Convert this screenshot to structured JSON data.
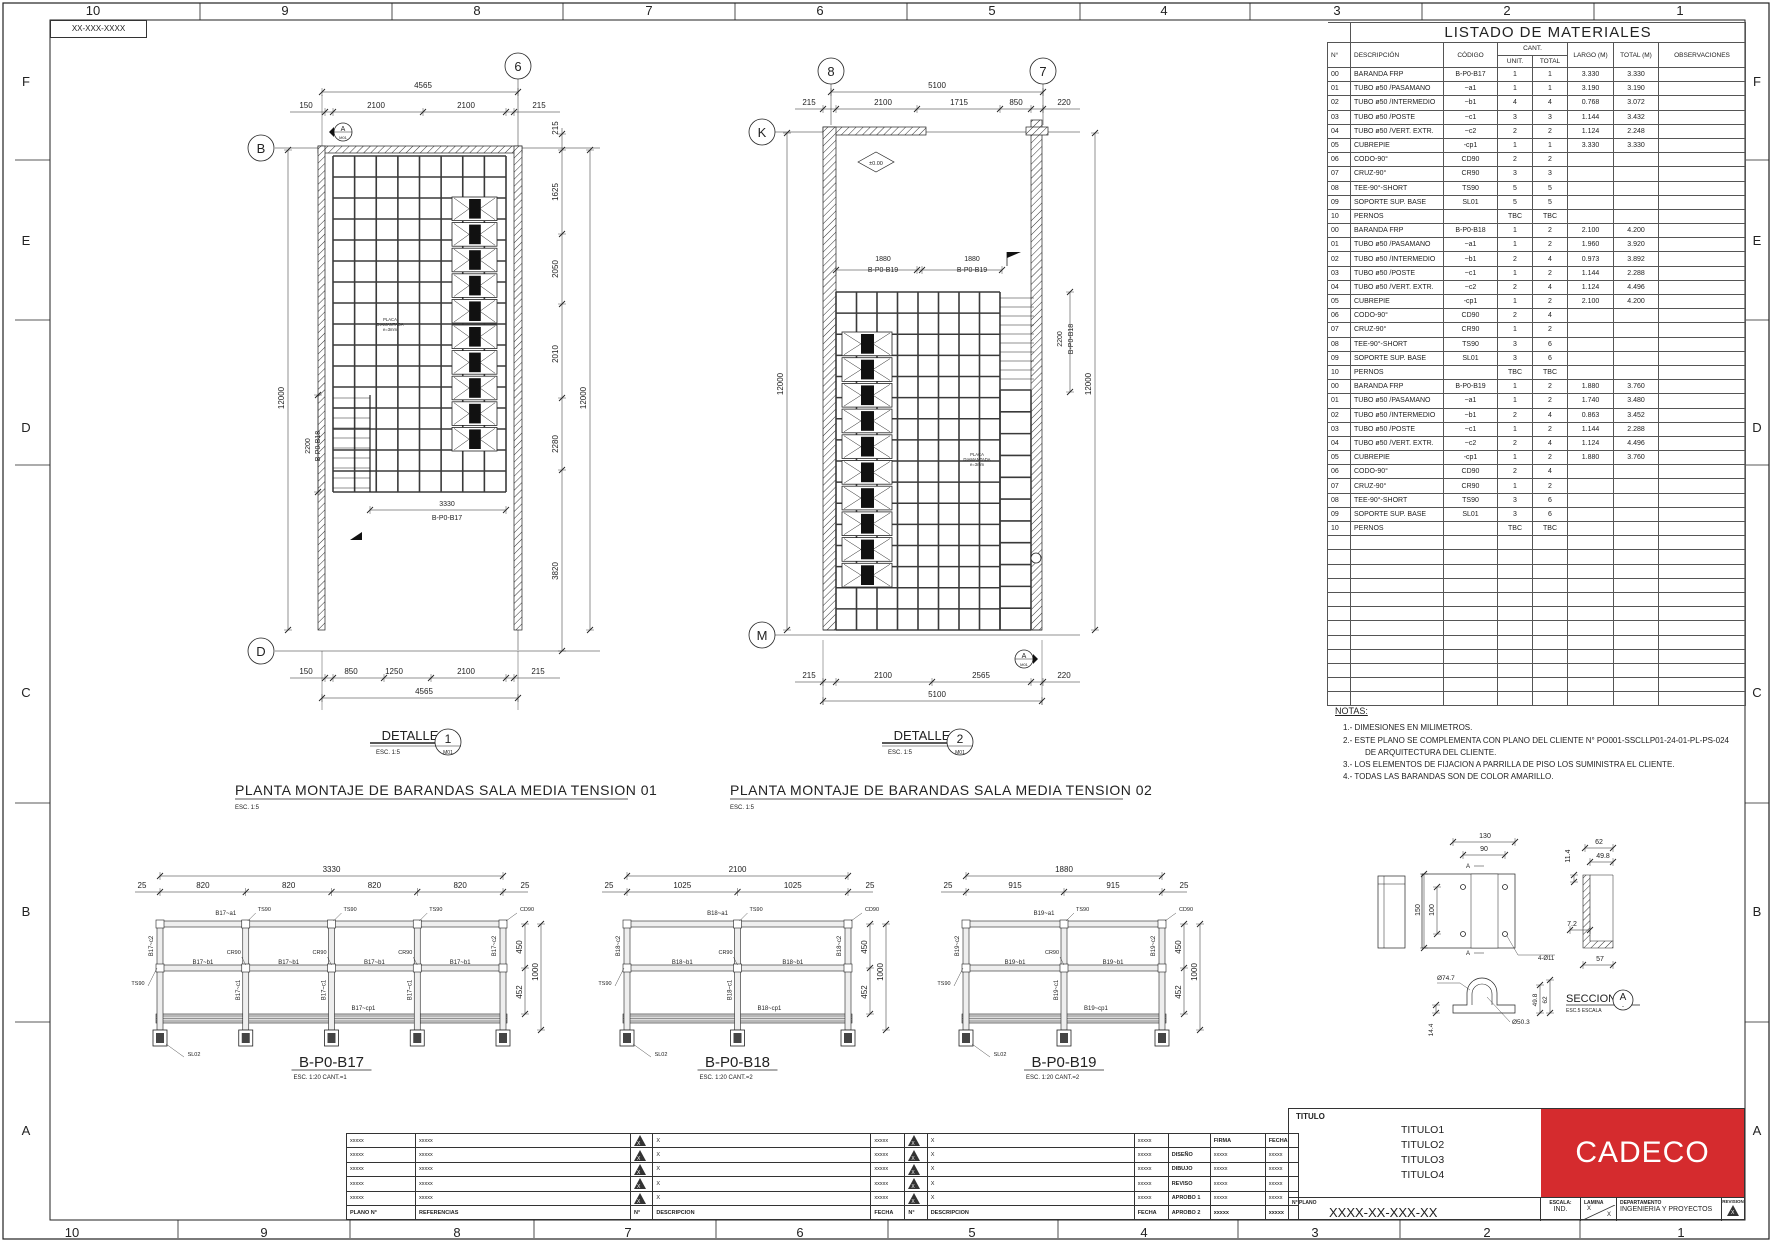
{
  "sheet": {
    "ref_box": "XX-XXX-XXXX",
    "columns_top": [
      "10",
      "9",
      "8",
      "7",
      "6",
      "5",
      "4",
      "3",
      "2",
      "1"
    ],
    "columns_bottom": [
      "10",
      "9",
      "8",
      "7",
      "6",
      "5",
      "4",
      "3",
      "2",
      "1"
    ],
    "rows": [
      "F",
      "E",
      "D",
      "C",
      "B",
      "A"
    ]
  },
  "colors": {
    "brand_red": "#d52b2e",
    "line": "#222222",
    "paper": "#ffffff"
  },
  "plan1": {
    "grid": {
      "col": "6",
      "row_top": "B",
      "row_bottom": "D"
    },
    "dims_top": {
      "overall": "4565",
      "parts": [
        "150",
        "2100",
        "2100",
        "215"
      ]
    },
    "dims_bottom": {
      "overall": "4565",
      "parts": [
        "150",
        "850",
        "1250",
        "2100",
        "215"
      ]
    },
    "dims_right": [
      "215",
      "1625",
      "2050",
      "2010",
      "2280",
      "3820"
    ],
    "height": "12000",
    "railing_left": {
      "length": "2200",
      "code": "B-P0-B18"
    },
    "railing_bottom": {
      "length": "3330",
      "code": "B-P0-B17"
    },
    "plate_note": [
      "PLACA",
      "DIAMANTADA",
      "e=3mm"
    ],
    "section_marker": {
      "letter": "A",
      "sheet": "M01"
    },
    "detail": {
      "label": "DETALLE",
      "number": "1",
      "sheet": "M01",
      "scale": "ESC. 1:5"
    },
    "title": "PLANTA MONTAJE DE BARANDAS SALA MEDIA TENSION 01",
    "scale": "ESC.  1:5"
  },
  "plan2": {
    "grid": {
      "col_left": "8",
      "col_right": "7",
      "row_top": "K",
      "row_bottom": "M"
    },
    "dims_top": {
      "overall": "5100",
      "parts": [
        "215",
        "2100",
        "1715",
        "850",
        "220"
      ]
    },
    "dims_bottom": {
      "overall": "5100",
      "parts": [
        "215",
        "2100",
        "2565",
        "220"
      ]
    },
    "level": "±0.00",
    "railing_top": [
      {
        "length": "1880",
        "code": "B-P0-B19"
      },
      {
        "length": "1880",
        "code": "B-P0-B19"
      }
    ],
    "railing_right": {
      "length": "2200",
      "code": "B-P0-B18"
    },
    "height": "12000",
    "plate_note": [
      "PLACA",
      "DIAMANTADA",
      "e=3mm"
    ],
    "section_marker": {
      "letter": "A",
      "sheet": "M01"
    },
    "detail": {
      "label": "DETALLE",
      "number": "2",
      "sheet": "M01",
      "scale": "ESC. 1:5"
    },
    "title": "PLANTA MONTAJE DE BARANDAS SALA MEDIA TENSION 02",
    "scale": "ESC.  1:5"
  },
  "elevations": [
    {
      "title": "B-P0-B17",
      "subtitle": "ESC.  1:20  CANT.=1",
      "overall": "3330",
      "end_gap": "25",
      "spans": [
        "820",
        "820",
        "820",
        "820"
      ],
      "rail_heights": [
        "450",
        "452"
      ],
      "total_height": "1000",
      "labels": {
        "top": "B17~a1",
        "mid": "B17~b1",
        "post": "B17~c1",
        "end": "B17~c2",
        "kick": "B17~cp1",
        "tee": "TS90",
        "corner": "CD90",
        "cross": "CR90",
        "base": "SL02"
      }
    },
    {
      "title": "B-P0-B18",
      "subtitle": "ESC.  1:20  CANT.=2",
      "overall": "2100",
      "end_gap": "25",
      "spans": [
        "1025",
        "1025"
      ],
      "rail_heights": [
        "450",
        "452"
      ],
      "total_height": "1000",
      "labels": {
        "top": "B18~a1",
        "mid": "B18~b1",
        "post": "B18~c1",
        "end": "B18~c2",
        "kick": "B18~cp1",
        "tee": "TS90",
        "corner": "CD90",
        "cross": "CR90",
        "base": "SL02"
      }
    },
    {
      "title": "B-P0-B19",
      "subtitle": "ESC.  1:20  CANT.=2",
      "overall": "1880",
      "end_gap": "25",
      "spans": [
        "915",
        "915"
      ],
      "rail_heights": [
        "450",
        "452"
      ],
      "total_height": "1000",
      "labels": {
        "top": "B19~a1",
        "mid": "B19~b1",
        "post": "B19~c1",
        "end": "B19~c2",
        "kick": "B19~cp1",
        "tee": "TS90",
        "corner": "CD90",
        "cross": "CR90",
        "base": "SL02"
      }
    }
  ],
  "materials": {
    "title": "LISTADO DE MATERIALES",
    "headers": {
      "n": "N°",
      "desc": "DESCRIPCIÓN",
      "code": "CÓDIGO",
      "cant": "CANT.",
      "unit": "UNIT.",
      "total": "TOTAL",
      "largo": "LARGO (M)",
      "total_m": "TOTAL (M)",
      "obs": "OBSERVACIONES"
    },
    "rows": [
      [
        "00",
        "BARANDA FRP",
        "B-P0-B17",
        "1",
        "1",
        "3.330",
        "3.330",
        ""
      ],
      [
        "01",
        "TUBO ø50 /PASAMANO",
        "~a1",
        "1",
        "1",
        "3.190",
        "3.190",
        ""
      ],
      [
        "02",
        "TUBO ø50 /INTERMEDIO",
        "~b1",
        "4",
        "4",
        "0.768",
        "3.072",
        ""
      ],
      [
        "03",
        "TUBO ø50 /POSTE",
        "~c1",
        "3",
        "3",
        "1.144",
        "3.432",
        ""
      ],
      [
        "04",
        "TUBO ø50 /VERT. EXTR.",
        "~c2",
        "2",
        "2",
        "1.124",
        "2.248",
        ""
      ],
      [
        "05",
        "CUBREPIE",
        "-cp1",
        "1",
        "1",
        "3.330",
        "3.330",
        ""
      ],
      [
        "06",
        "CODO-90°",
        "CD90",
        "2",
        "2",
        "",
        "",
        ""
      ],
      [
        "07",
        "CRUZ-90°",
        "CR90",
        "3",
        "3",
        "",
        "",
        ""
      ],
      [
        "08",
        "TEE-90°-SHORT",
        "TS90",
        "5",
        "5",
        "",
        "",
        ""
      ],
      [
        "09",
        "SOPORTE SUP. BASE",
        "SL01",
        "5",
        "5",
        "",
        "",
        ""
      ],
      [
        "10",
        "PERNOS",
        "",
        "TBC",
        "TBC",
        "",
        "",
        ""
      ],
      [
        "00",
        "BARANDA FRP",
        "B-P0-B18",
        "1",
        "2",
        "2.100",
        "4.200",
        ""
      ],
      [
        "01",
        "TUBO ø50 /PASAMANO",
        "~a1",
        "1",
        "2",
        "1.960",
        "3.920",
        ""
      ],
      [
        "02",
        "TUBO ø50 /INTERMEDIO",
        "~b1",
        "2",
        "4",
        "0.973",
        "3.892",
        ""
      ],
      [
        "03",
        "TUBO ø50 /POSTE",
        "~c1",
        "1",
        "2",
        "1.144",
        "2.288",
        ""
      ],
      [
        "04",
        "TUBO ø50 /VERT. EXTR.",
        "~c2",
        "2",
        "4",
        "1.124",
        "4.496",
        ""
      ],
      [
        "05",
        "CUBREPIE",
        "-cp1",
        "1",
        "2",
        "2.100",
        "4.200",
        ""
      ],
      [
        "06",
        "CODO-90°",
        "CD90",
        "2",
        "4",
        "",
        "",
        ""
      ],
      [
        "07",
        "CRUZ-90°",
        "CR90",
        "1",
        "2",
        "",
        "",
        ""
      ],
      [
        "08",
        "TEE-90°-SHORT",
        "TS90",
        "3",
        "6",
        "",
        "",
        ""
      ],
      [
        "09",
        "SOPORTE SUP. BASE",
        "SL01",
        "3",
        "6",
        "",
        "",
        ""
      ],
      [
        "10",
        "PERNOS",
        "",
        "TBC",
        "TBC",
        "",
        "",
        ""
      ],
      [
        "00",
        "BARANDA FRP",
        "B-P0-B19",
        "1",
        "2",
        "1.880",
        "3.760",
        ""
      ],
      [
        "01",
        "TUBO ø50 /PASAMANO",
        "~a1",
        "1",
        "2",
        "1.740",
        "3.480",
        ""
      ],
      [
        "02",
        "TUBO ø50 /INTERMEDIO",
        "~b1",
        "2",
        "4",
        "0.863",
        "3.452",
        ""
      ],
      [
        "03",
        "TUBO ø50 /POSTE",
        "~c1",
        "1",
        "2",
        "1.144",
        "2.288",
        ""
      ],
      [
        "04",
        "TUBO ø50 /VERT. EXTR.",
        "~c2",
        "2",
        "4",
        "1.124",
        "4.496",
        ""
      ],
      [
        "05",
        "CUBREPIE",
        "-cp1",
        "1",
        "2",
        "1.880",
        "3.760",
        ""
      ],
      [
        "06",
        "CODO-90°",
        "CD90",
        "2",
        "4",
        "",
        "",
        ""
      ],
      [
        "07",
        "CRUZ-90°",
        "CR90",
        "1",
        "2",
        "",
        "",
        ""
      ],
      [
        "08",
        "TEE-90°-SHORT",
        "TS90",
        "3",
        "6",
        "",
        "",
        ""
      ],
      [
        "09",
        "SOPORTE SUP. BASE",
        "SL01",
        "3",
        "6",
        "",
        "",
        ""
      ],
      [
        "10",
        "PERNOS",
        "",
        "TBC",
        "TBC",
        "",
        "",
        ""
      ]
    ]
  },
  "notes": {
    "heading": "NOTAS:",
    "items": [
      "1.- DIMESIONES EN MILIMETROS.",
      "2.- ESTE PLANO SE COMPLEMENTA CON PLANO DEL CLIENTE N° PO001-SSCLLP01-24-01-PL-PS-024",
      "DE ARQUITECTURA DEL CLIENTE.",
      "3.- LOS ELEMENTOS DE FIJACION A PARRILLA DE PISO LOS SUMINISTRA EL CLIENTE.",
      "4.- TODAS LAS BARANDAS SON DE COLOR AMARILLO."
    ]
  },
  "section_detail": {
    "dims": {
      "width": "130",
      "hole_spacing_x": "90",
      "height": "150",
      "hole_spacing_y": "100",
      "holes": "4-Ø11",
      "depth": "62",
      "inner": "49.8",
      "thickness_top": "11.4",
      "thickness": "7.2",
      "base": "57",
      "outer_dia": "Ø74.7",
      "inner_dia": "Ø50.3",
      "saddle_h": "62",
      "saddle_inner_h": "49.8",
      "plate_t": "14.4"
    },
    "cut_mark": "A",
    "title": "SECCION",
    "title_letter": "A",
    "title_sub": "-",
    "scale": "ESC.5 ESCALA"
  },
  "revisions": {
    "rows": [
      [
        "xxxxx",
        "xxxxx",
        "X",
        "X",
        "xxxxx",
        "X",
        "X",
        "xxxxx",
        "",
        "FIRMA",
        "FECHA"
      ],
      [
        "xxxxx",
        "xxxxx",
        "X",
        "X",
        "xxxxx",
        "X",
        "X",
        "xxxxx",
        "DISEÑO",
        "xxxxx",
        "xxxxx"
      ],
      [
        "xxxxx",
        "xxxxx",
        "X",
        "X",
        "xxxxx",
        "X",
        "X",
        "xxxxx",
        "DIBUJO",
        "xxxxx",
        "xxxxx"
      ],
      [
        "xxxxx",
        "xxxxx",
        "X",
        "X",
        "xxxxx",
        "X",
        "X",
        "xxxxx",
        "REVISO",
        "xxxxx",
        "xxxxx"
      ],
      [
        "xxxxx",
        "xxxxx",
        "X",
        "X",
        "xxxxx",
        "X",
        "X",
        "xxxxx",
        "APROBO 1",
        "xxxxx",
        "xxxxx"
      ]
    ],
    "footer": [
      "PLANO N°",
      "REFERENCIAS",
      "N°",
      "DESCRIPCION",
      "FECHA",
      "N°",
      "DESCRIPCION",
      "FECHA",
      "APROBO 2",
      "xxxxx",
      "xxxxx"
    ]
  },
  "title_block": {
    "title_label": "TITULO",
    "titles": [
      "TITULO1",
      "TITULO2",
      "TITULO3",
      "TITULO4"
    ],
    "logo": "CADECO",
    "plan_no_label": "N° PLANO",
    "plan_no": "XXXX-XX-XXX-XX",
    "scale_label": "ESCALA:",
    "scale": "IND.",
    "sheet_label": "LAMINA",
    "sheet_num": "X",
    "sheet_total": "X",
    "dept_label": "DEPARTAMENTO",
    "dept": "INGENIERIA Y PROYECTOS",
    "revision_label": "REVISION",
    "revision": "X"
  }
}
